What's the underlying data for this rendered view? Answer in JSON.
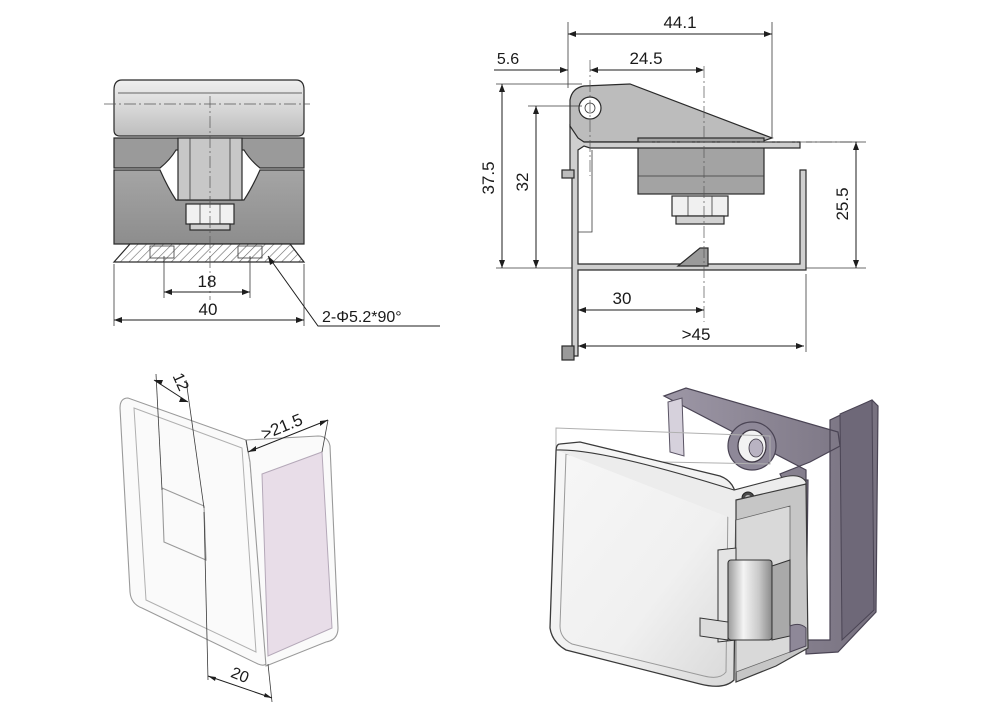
{
  "dimensions": {
    "front_hole_pitch": "18",
    "front_width": "40",
    "hole_callout": "2-Φ5.2*90°",
    "side_overall": "44.1",
    "side_offset": "5.6",
    "side_pivot": "24.5",
    "side_height_total": "37.5",
    "side_height_mid": "32",
    "side_height_right": "25.5",
    "side_base_depth": "30",
    "side_min_depth": ">45",
    "glass_cutout": "12",
    "glass_edge": ">21.5",
    "glass_bottom": "20"
  },
  "colors": {
    "metal_light": "#d2d2d2",
    "metal_mid": "#b4b4b4",
    "metal_dark": "#8e8e8e",
    "glass_tint": "#e8dde8",
    "render_shadow": "#8e8898"
  }
}
